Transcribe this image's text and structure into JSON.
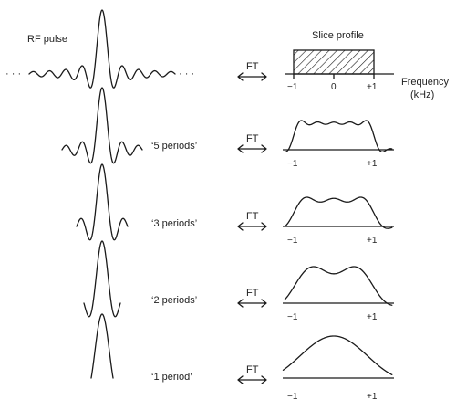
{
  "header": {
    "rf_pulse_label": "RF pulse",
    "slice_profile_label": "Slice profile",
    "frequency_label_line1": "Frequency",
    "frequency_label_line2": "(kHz)",
    "ellipsis": "· · ·"
  },
  "ft_label": "FT",
  "rows": [
    {
      "label": "",
      "axis_ticks": [
        "−1",
        "0",
        "+1"
      ]
    },
    {
      "label": "‘5 periods’",
      "axis_ticks": [
        "−1",
        "+1"
      ]
    },
    {
      "label": "‘3 periods’",
      "axis_ticks": [
        "−1",
        "+1"
      ]
    },
    {
      "label": "‘2 periods’",
      "axis_ticks": [
        "−1",
        "+1"
      ]
    },
    {
      "label": "‘1 period’",
      "axis_ticks": [
        "−1",
        "+1"
      ]
    }
  ],
  "colors": {
    "ink": "#1a1a1a",
    "hatch": "#1a1a1a",
    "background": "#ffffff"
  }
}
